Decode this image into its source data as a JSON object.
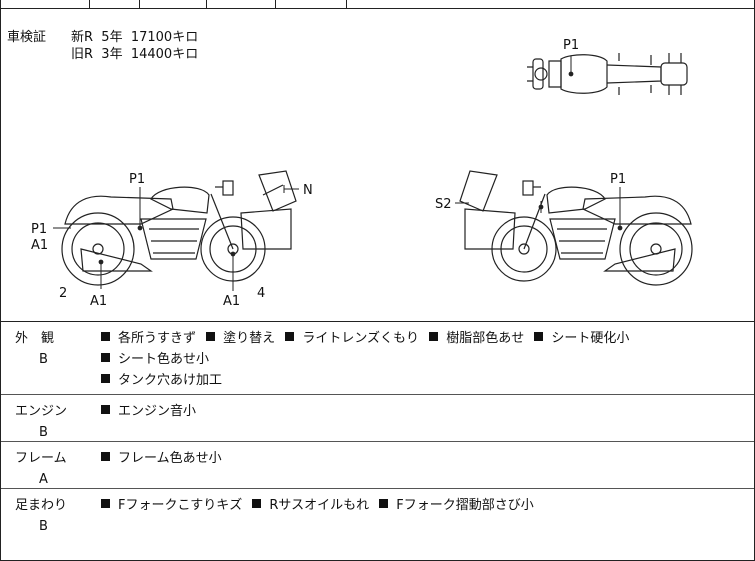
{
  "inspection": {
    "label": "車検証",
    "lines": [
      "新R  5年  17100キロ",
      "旧R  3年  14400キロ"
    ]
  },
  "diagram_labels": {
    "top_view": "P1",
    "left_side": {
      "tank": "P1",
      "tail": "P1",
      "tail2": "A1",
      "box": "N",
      "rear_wheel": "2",
      "muffler": "A1",
      "front_fork": "A1",
      "front_wheel": "4"
    },
    "right_side": {
      "tank": "P1",
      "box": "S2"
    }
  },
  "details": [
    {
      "category": "外　観",
      "grade": "B",
      "items": [
        "各所うすきず",
        "塗り替え",
        "ライトレンズくもり",
        "樹脂部色あせ",
        "シート硬化小",
        "シート色あせ小",
        "タンク穴あけ加工"
      ]
    },
    {
      "category": "エンジン",
      "grade": "B",
      "items": [
        "エンジン音小"
      ]
    },
    {
      "category": "フレーム",
      "grade": "A",
      "items": [
        "フレーム色あせ小"
      ]
    },
    {
      "category": "足まわり",
      "grade": "B",
      "items": [
        "Fフォークこすりキズ",
        "Rサスオイルもれ",
        "Fフォーク摺動部さび小"
      ]
    }
  ]
}
